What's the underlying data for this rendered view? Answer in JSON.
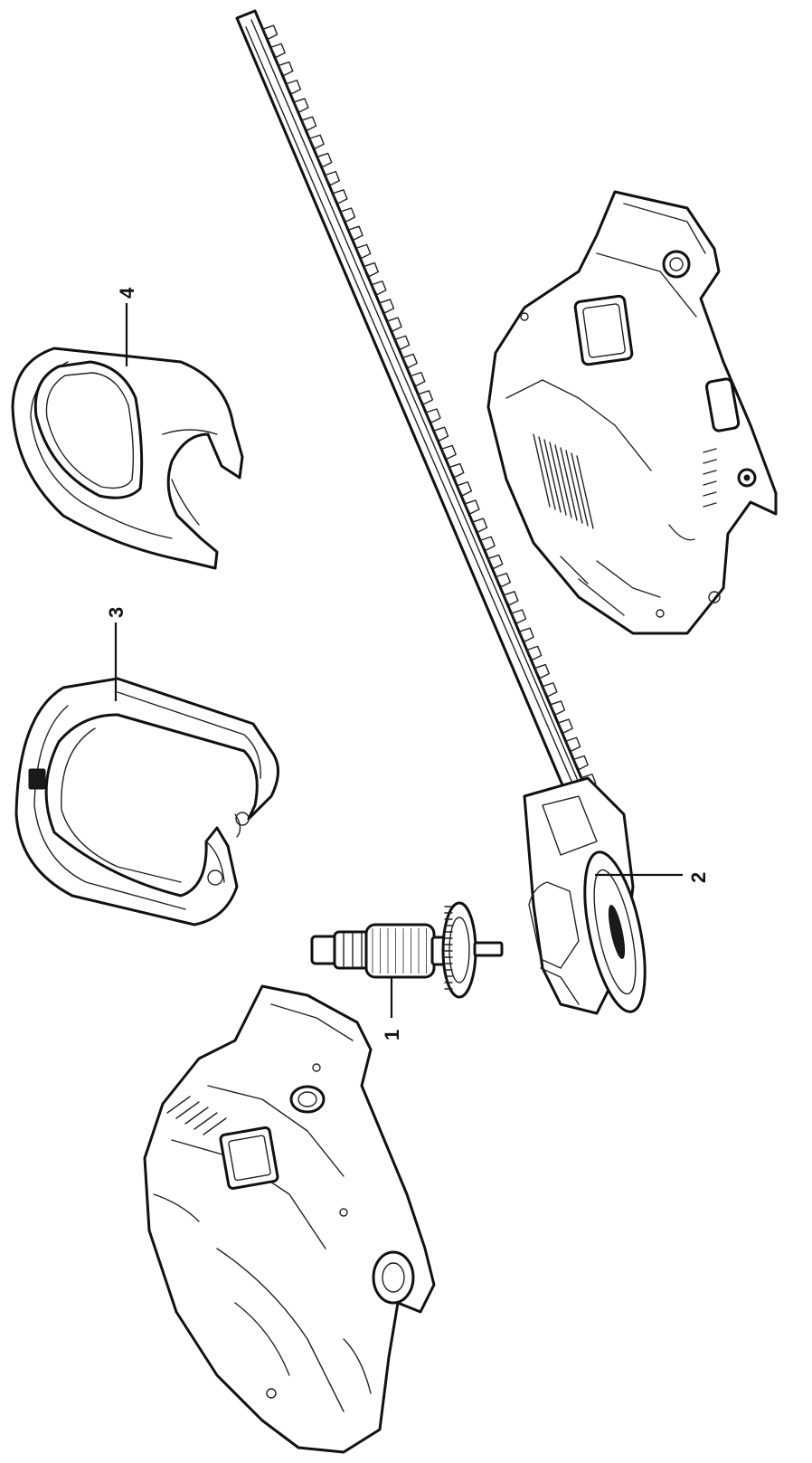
{
  "callouts": [
    {
      "id": "1",
      "label": "1",
      "part": "armature-motor"
    },
    {
      "id": "2",
      "label": "2",
      "part": "blade-gear-assembly"
    },
    {
      "id": "3",
      "label": "3",
      "part": "front-handle"
    },
    {
      "id": "4",
      "label": "4",
      "part": "hand-guard"
    }
  ]
}
